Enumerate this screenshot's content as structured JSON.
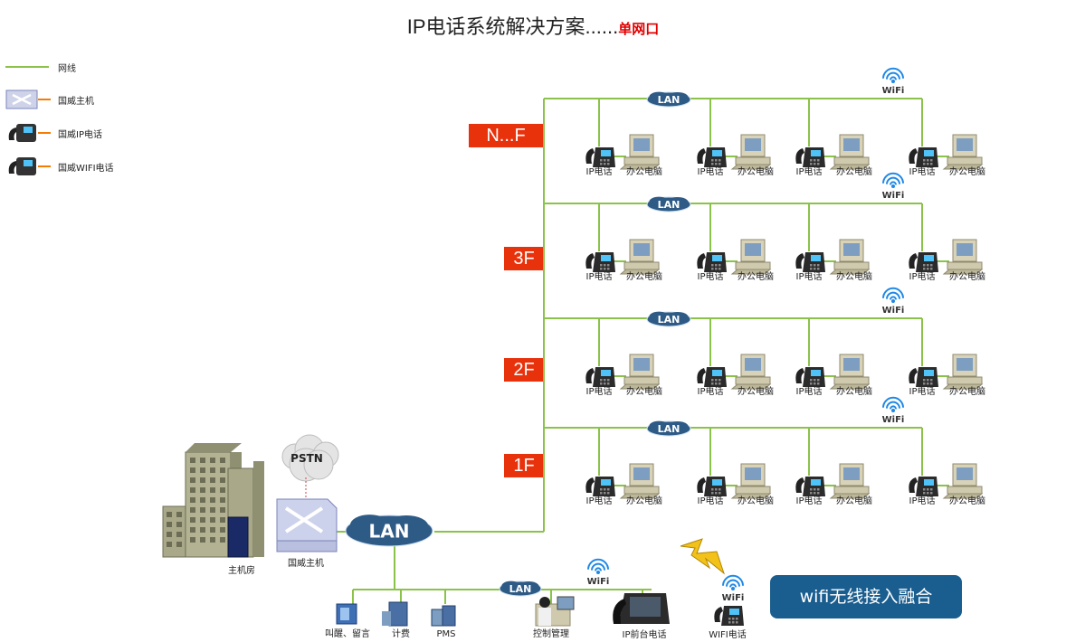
{
  "title": {
    "main": "IP电话系统解决方案......",
    "sub": "单网口"
  },
  "legend": [
    {
      "label": "网线"
    },
    {
      "label": "国威主机"
    },
    {
      "label": "国威IP电话"
    },
    {
      "label": "国威WIFI电话"
    }
  ],
  "floors": [
    "N...F",
    "3F",
    "2F",
    "1F"
  ],
  "floor_labels": {
    "phone": "IP电话",
    "pc": "办公电脑",
    "lan": "LAN",
    "wifi": "WiFi"
  },
  "bottom": {
    "building_label": "主机房",
    "pstn_label": "PSTN",
    "host_label": "国威主机",
    "main_lan_label": "LAN",
    "sub_lan_label": "LAN",
    "items": [
      "叫醒、留言",
      "计费",
      "PMS",
      "控制管理",
      "IP前台电话",
      "WIFI电话"
    ],
    "wifi_label": "WiFi",
    "wifi_box": "wifi无线接入融合"
  },
  "colors": {
    "line": "#8bc34a",
    "floor_tag": "#e8320c",
    "lan_cloud": "#2e5a86",
    "wifi": "#1e88e5",
    "wifi_box": "#1a5d8f"
  }
}
